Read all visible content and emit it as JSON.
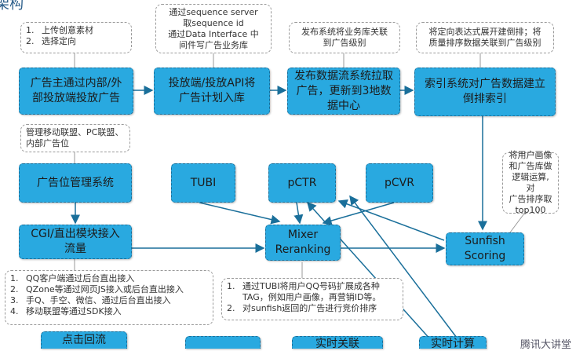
{
  "title_fragment": "架构",
  "notes": {
    "upload": [
      "上传创意素材",
      "选择定向"
    ],
    "sequence": "通过sequence server\n取sequence id\n通过Data Interface 中\n间件写广告业务库",
    "publish": "发布系统将业务库关联\n到广告级别",
    "expr": "将定向表达式展开建倒排；将\n质量排序数据关联到广告级别",
    "adpos": "管理移动联盟、PC联盟、\n内部广告位",
    "sunfish": "将用户画像\n和广告库做\n逻辑运算,对\n广告排序取\ntop100",
    "access": [
      "QQ客户端通过后台直出接入",
      "QZone等通过网页JS接入或后台直出接入",
      "手Q、手空、微信、通过后台直出接入",
      "移动联盟等通过SDK接入"
    ],
    "mixer": [
      "通过TUBI将用户QQ号码扩展成各种TAG，例如用户画像，再营销ID等。",
      "对sunfish返回的广告进行竞价排序"
    ]
  },
  "boxes": {
    "advertiser": "广告主通过内部/外\n部投放端投放广告",
    "api": "投放端/投放API将\n广告计划入库",
    "dataflow": "发布数据流系统拉取\n广告，更新到3地数\n据中心",
    "index": "索引系统对广告数据建立\n倒排索引",
    "adpos": "广告位管理系统",
    "tubi": "TUBI",
    "pctr": "pCTR",
    "pcvr": "pCVR",
    "cgi": "CGI/直出模块接入\n流量",
    "mixer": "Mixer\nReranking",
    "sunfish": "Sunfish\nScoring",
    "click": "点击回流",
    "realtime1": "实时关联",
    "realtime2": "实时计算"
  },
  "watermark": "腾讯大讲堂",
  "colors": {
    "box_fill": "#29a9e0",
    "arrow": "#1a6f9a",
    "note_border": "#9a9a9a"
  }
}
